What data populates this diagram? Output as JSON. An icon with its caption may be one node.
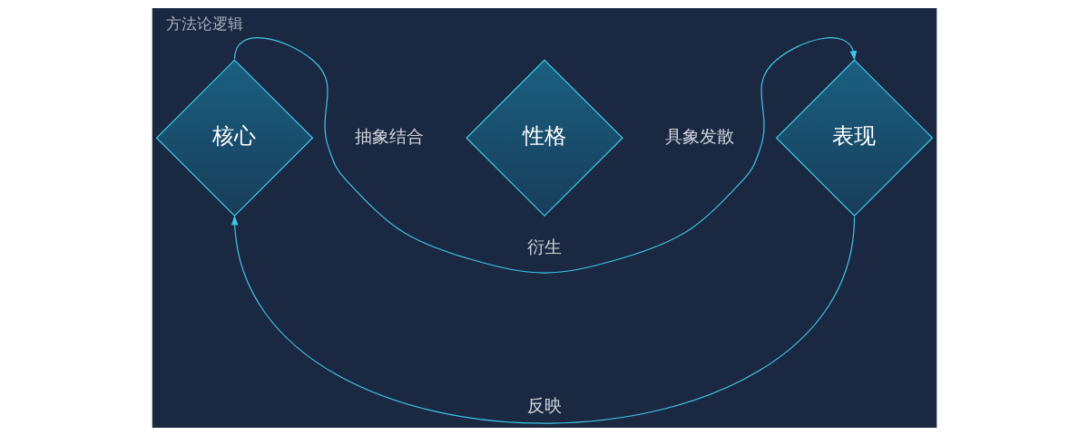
{
  "diagram": {
    "title": "方法论逻辑",
    "nodes": [
      {
        "text": [
          "核心"
        ]
      },
      {
        "text": [
          "性格"
        ]
      },
      {
        "text": [
          "表现"
        ]
      }
    ],
    "edges": [
      {
        "from": 0,
        "to": 2,
        "arrow": "to",
        "label": "衍生"
      },
      {
        "from": 2,
        "to": 0,
        "arrow": "to",
        "label": "反映"
      }
    ],
    "labels": [
      "抽象结合",
      "具象发散"
    ]
  }
}
